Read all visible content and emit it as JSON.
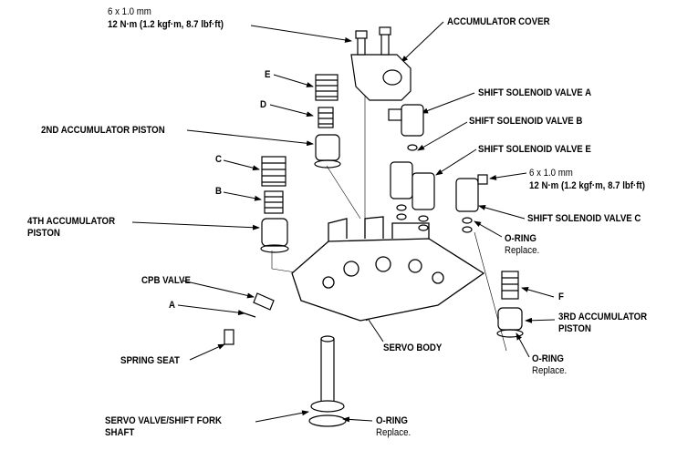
{
  "labels": {
    "torque_top": {
      "size": "6 x 1.0 mm",
      "torque": "12 N·m (1.2 kgf·m, 8.7 lbf·ft)"
    },
    "accumulator_cover": "ACCUMULATOR COVER",
    "e": "E",
    "d": "D",
    "second_accumulator_piston": "2ND ACCUMULATOR PISTON",
    "shift_solenoid_a": "SHIFT SOLENOID VALVE A",
    "shift_solenoid_b": "SHIFT SOLENOID VALVE B",
    "shift_solenoid_e": "SHIFT SOLENOID VALVE E",
    "torque_right": {
      "size": "6 x 1.0 mm",
      "torque": "12 N·m (1.2 kgf·m, 8.7 lbf·ft)"
    },
    "shift_solenoid_c": "SHIFT SOLENOID VALVE C",
    "c": "C",
    "b": "B",
    "fourth_accumulator_piston": {
      "line1": "4TH ACCUMULATOR",
      "line2": "PISTON"
    },
    "oring_upper": {
      "name": "O-RING",
      "note": "Replace."
    },
    "cpb_valve": "CPB VALVE",
    "a": "A",
    "f": "F",
    "third_accumulator_piston": {
      "line1": "3RD ACCUMULATOR",
      "line2": "PISTON"
    },
    "servo_body": "SERVO BODY",
    "oring_right": {
      "name": "O-RING",
      "note": "Replace."
    },
    "spring_seat": "SPRING SEAT",
    "servo_valve": {
      "line1": "SERVO VALVE/SHIFT FORK",
      "line2": "SHAFT"
    },
    "oring_bottom": {
      "name": "O-RING",
      "note": "Replace."
    }
  }
}
